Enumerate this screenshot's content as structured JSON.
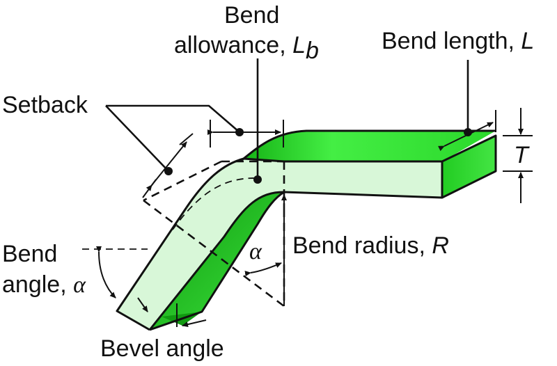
{
  "labels": {
    "bend_allowance_line1": "Bend",
    "bend_allowance_line2": "allowance, ",
    "bend_allowance_symbol": "L",
    "bend_allowance_sub": "b",
    "bend_length": "Bend length, ",
    "bend_length_symbol": "L",
    "setback": "Setback",
    "thickness_symbol": "T",
    "bend_radius": "Bend radius, ",
    "bend_radius_symbol": "R",
    "alpha_inner": "α",
    "bend_angle_line1": "Bend",
    "bend_angle_line2": "angle, ",
    "bend_angle_symbol": "α",
    "bevel_angle": "Bevel angle"
  },
  "colors": {
    "face_light": "#d8f7d8",
    "face_bright": "#33dd33",
    "face_dark": "#13a313",
    "outline": "#111111"
  }
}
